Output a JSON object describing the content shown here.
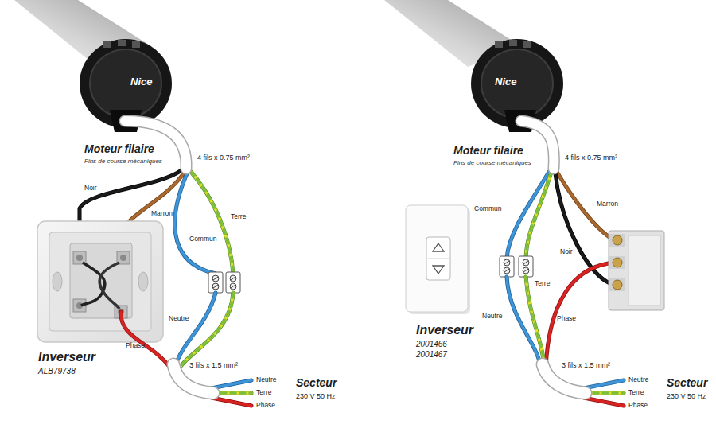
{
  "diagram": {
    "labels": [
      "Nice",
      "Moteur filaire",
      "Fins de course mécaniques",
      "4 fils x 0.75 mm²",
      "Noir",
      "Marron",
      "Terre",
      "Commun",
      "Neutre",
      "Phase",
      "Inverseur",
      "ALB79738",
      "3 fils x 1.5 mm²",
      "Neutre",
      "Terre",
      "Phase",
      "Secteur",
      "230 V 50 Hz",
      "Nice",
      "Moteur filaire",
      "Fins de course mécaniques",
      "4 fils x 0.75 mm²",
      "Commun",
      "Marron",
      "Noir",
      "Terre",
      "Neutre",
      "Phase",
      "Inverseur",
      "2001466",
      "2001467",
      "3 fils x 1.5 mm²",
      "Neutre",
      "Terre",
      "Phase",
      "Secteur",
      "230 V 50 Hz"
    ]
  }
}
